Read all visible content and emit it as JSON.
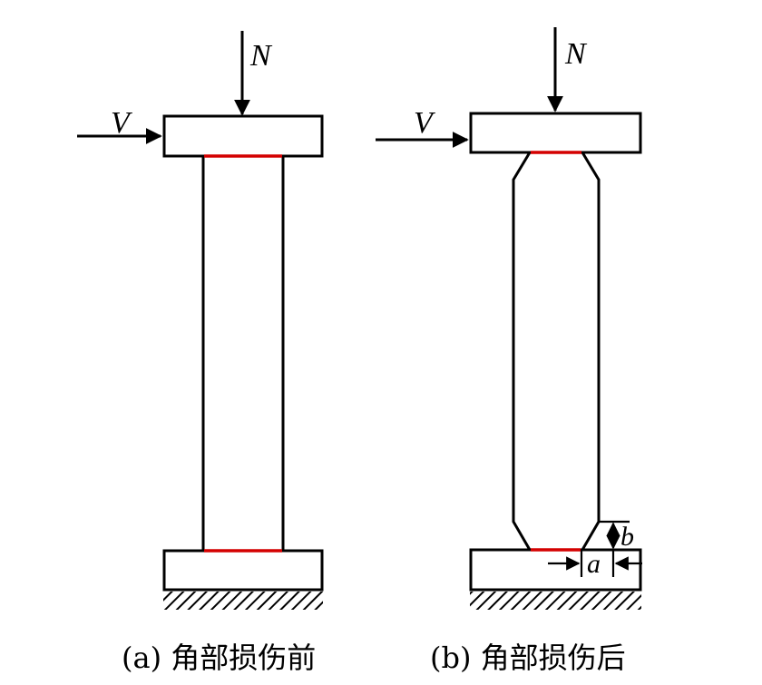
{
  "figure": {
    "panels": [
      {
        "id": "a",
        "caption_prefix": "(a)",
        "caption_text": "角部损伤前",
        "axial_load_label": "N",
        "shear_load_label": "V",
        "condition": "before corner damage"
      },
      {
        "id": "b",
        "caption_prefix": "(b)",
        "caption_text": "角部损伤后",
        "axial_load_label": "N",
        "shear_load_label": "V",
        "condition": "after corner damage",
        "dimension_labels": {
          "horizontal": "a",
          "vertical": "b"
        }
      }
    ],
    "colors": {
      "outline": "#000000",
      "critical_section": "#d40000",
      "background": "#ffffff"
    }
  }
}
